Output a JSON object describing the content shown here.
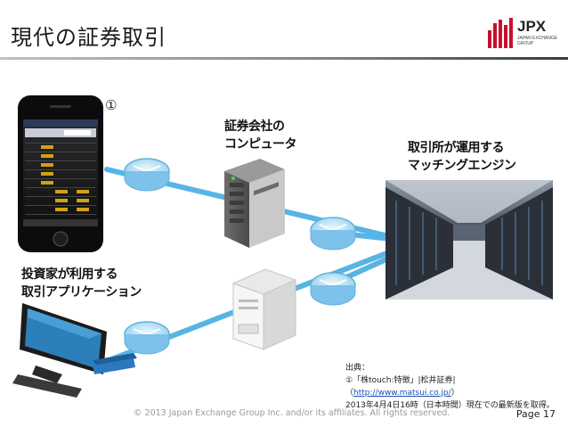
{
  "slide": {
    "title": "現代の証券取引",
    "logo": {
      "text": "JPX",
      "subtext": "JAPAN EXCHANGE GROUP"
    },
    "labels": {
      "securities_company": [
        "証券会社の",
        "コンピュータ"
      ],
      "matching_engine": [
        "取引所が運用する",
        "マッチングエンジン"
      ],
      "investor_app": [
        "投資家が利用する",
        "取引アプリケーション"
      ],
      "circled_marker": "①"
    },
    "source": {
      "heading": "出典：",
      "line1_prefix": "①「株touch:特徴」|松井証券|（",
      "line1_link": "http://www.matsui.co.jp/",
      "line1_suffix": "）",
      "line2": "2013年4月4日16時（日本時間）現在での最新版を取得。"
    },
    "footer": {
      "copyright": "© 2013 Japan Exchange Group Inc. and/or its affiliates. All rights reserved.",
      "page": "Page 17"
    },
    "colors": {
      "cable": "#3aa8e0",
      "router": "#9fd4f0",
      "logo_red": "#c8102e"
    },
    "icons": [
      "smartphone-icon",
      "router-icon",
      "server-tower-icon",
      "server-white-icon",
      "data-center-photo",
      "desktop-pc-icon"
    ]
  }
}
